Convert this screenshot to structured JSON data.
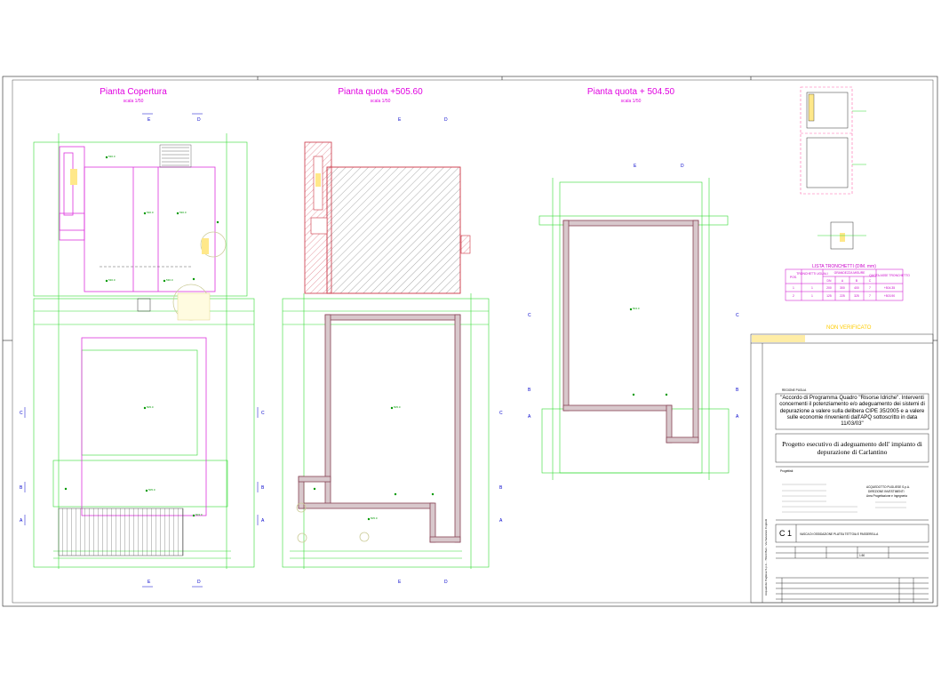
{
  "plans": [
    {
      "title": "Pianta Copertura",
      "scale": "scala 1/50"
    },
    {
      "title": "Pianta quota +505.60",
      "scale": "scala 1/50"
    },
    {
      "title": "Pianta quota + 504.50",
      "scale": "scala 1/50"
    }
  ],
  "axis_labels": {
    "A": "A",
    "B": "B",
    "C": "C",
    "D": "D",
    "E": "E"
  },
  "tronchetti": {
    "title": "LISTA TRONCHETTI (DIM. mm)",
    "headers": [
      "POS.",
      "TRONCHETTI UGUALI",
      "DN",
      "A",
      "B",
      "C",
      "QUOTA ASSE TRONCHETTO"
    ],
    "group_header": "GRANDEZZA MISURE",
    "rows": [
      [
        "1",
        "1",
        "200",
        "300",
        "400",
        "7",
        "+504.35"
      ],
      [
        "2",
        "1",
        "125",
        "225",
        "325",
        "7",
        "+503.90"
      ]
    ]
  },
  "warning_label": "NON VERIFICATO",
  "title_block": {
    "region": "REGIONE PUGLIA",
    "accordo": "\"Accordo di Programma Quadro \"Risorse Idriche\". Interventi concernenti il potenziamento e/o adeguamento dei sistemi di depurazione a valere sulla delibera CIPE 35/2005 e a valere sulle economie rinvenienti dall'APQ sottoscritto in data 11/03/03\"",
    "project": "Progetto esecutivo di adeguamento dell' impianto di depurazione di Carlantino",
    "progettisti_label": "Progettisti:",
    "company": "ACQUEDOTTO PUGLIESE S.p.A.",
    "direction": "DIREZIONE INVESTIMENTI",
    "area": "Area Progettazione e Ingegneria",
    "tav_code": "C 1",
    "tav_title": "VASCA DI OSSIDAZIONE PLATEA TETTOIA E PASSERELLA",
    "scale_field": "1:50",
    "vertical_note": "Acquedotto Pugliese S.p.A. - 70123 Bari - Via Salvatore Cognetti"
  }
}
